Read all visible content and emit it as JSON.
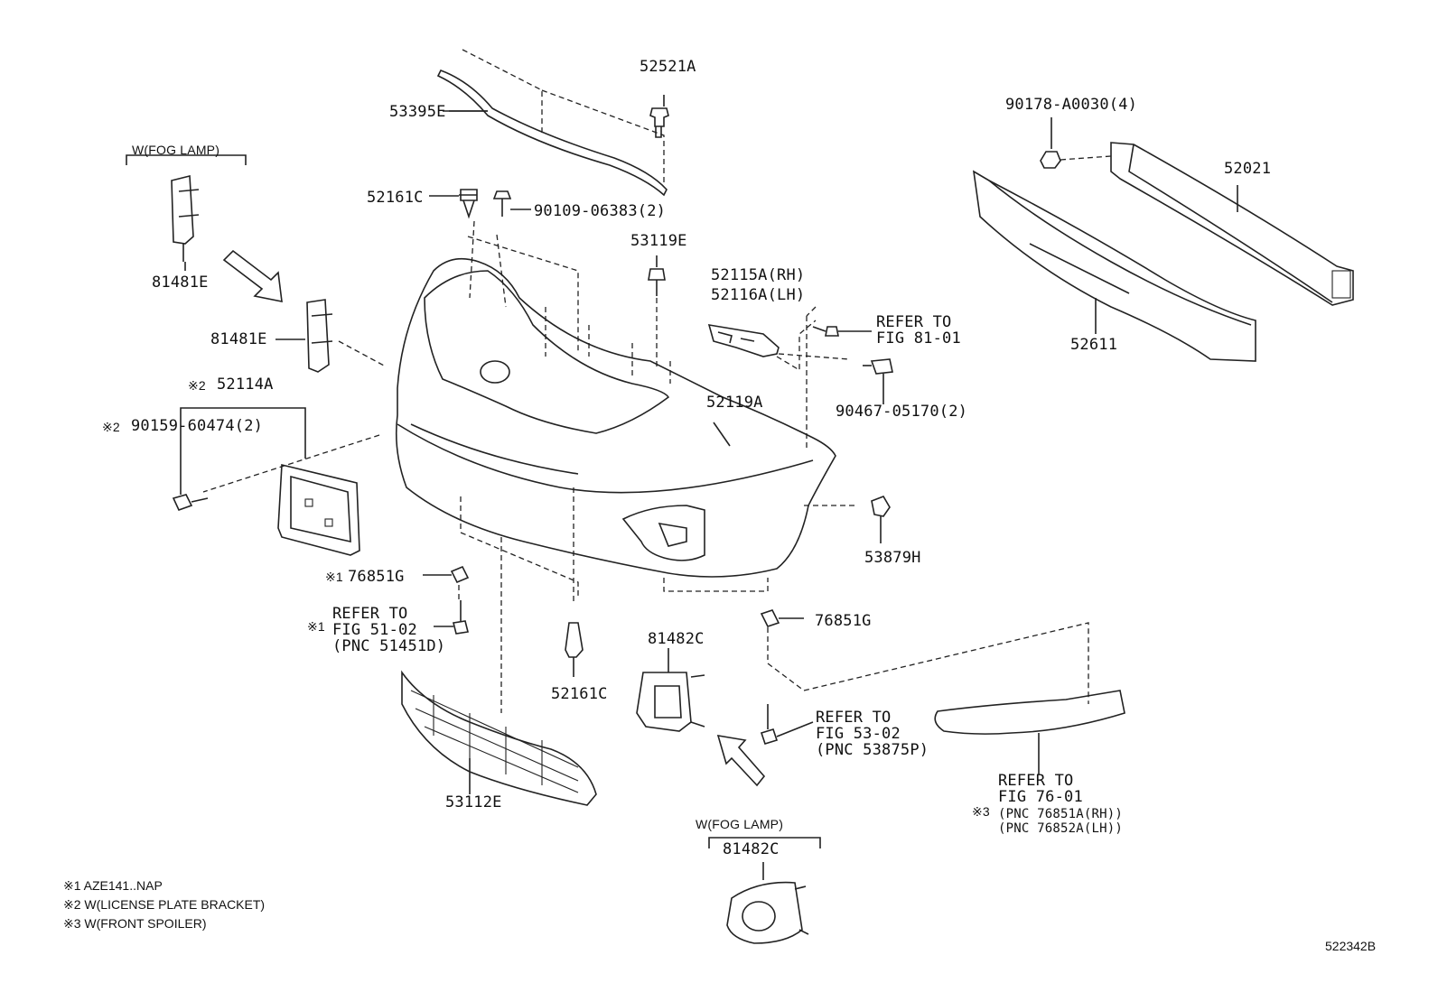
{
  "parts": {
    "p53395E": "53395E",
    "p52521A": "52521A",
    "p52161C_top": "52161C",
    "p90109": "90109-06383(2)",
    "p53119E": "53119E",
    "p52115A": "52115A(RH)",
    "p52116A": "52116A(LH)",
    "p90178": "90178-A0030(4)",
    "p52021": "52021",
    "p52611": "52611",
    "p81481E_top": "81481E",
    "p81481E_mid": "81481E",
    "p52114A": "52114A",
    "p90159": "90159-60474(2)",
    "p52119A": "52119A",
    "p90467": "90467-05170(2)",
    "p53879H": "53879H",
    "p76851G_left": "76851G",
    "p76851G_right": "76851G",
    "p52161C_bottom": "52161C",
    "p81482C_top": "81482C",
    "p81482C_bottom": "81482C",
    "p53112E": "53112E"
  },
  "marks": {
    "m2_52114A": "※2",
    "m2_90159": "※2",
    "m1_76851G": "※1",
    "m1_refer": "※1",
    "m3_refer": "※3"
  },
  "groups": {
    "fog_lamp_top": "W(FOG LAMP)",
    "fog_lamp_bottom": "W(FOG LAMP)"
  },
  "refers": {
    "refer_81": "REFER TO\nFIG 81-01",
    "refer_51": "REFER TO\nFIG 51-02\n(PNC 51451D)",
    "refer_53": "REFER TO\nFIG 53-02\n(PNC 53875P)",
    "refer_76": "REFER TO\nFIG 76-01",
    "refer_76_pnc": "(PNC 76851A(RH))\n(PNC 76852A(LH))"
  },
  "notes": {
    "n1": "※1 AZE141..NAP",
    "n2": "※2 W(LICENSE PLATE BRACKET)",
    "n3": "※3 W(FRONT SPOILER)"
  },
  "diagram_id": "522342B"
}
